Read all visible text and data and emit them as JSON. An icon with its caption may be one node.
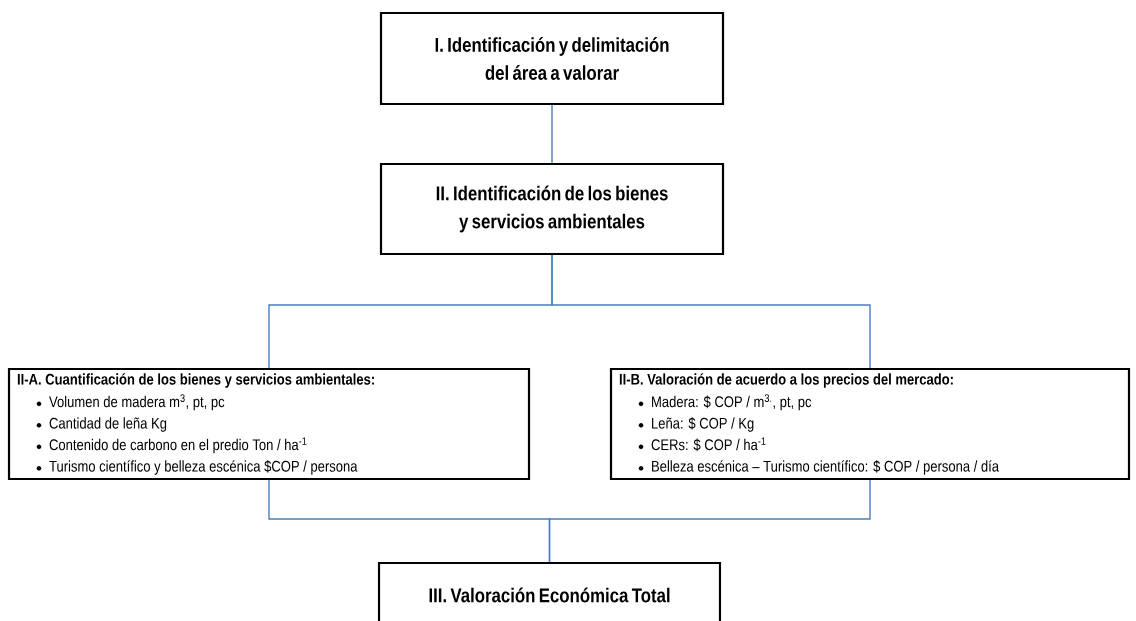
{
  "diagram": {
    "nodes": [
      {
        "text": [
          "I. Identificación y delimitación del área a valorar"
        ]
      },
      {
        "text": [
          "II.  Identificación de los bienes y servicios ambientales"
        ]
      },
      {
        "text": [
          "II-A.  Cuantificación de los bienes y servicios ambientales:",
          "Volumen de madera m$^{3}$, pt, pc",
          "Cantidad de leña Kg",
          "Contenido de carbono en el predio Ton / ha$^{-1}$",
          "Turismo científico y belleza escénica $COP / persona"
        ]
      },
      {
        "text": [
          "II-B.  Valoración de acuerdo a los precios del mercado:",
          "Madera:  $ COP / m$^{3.}$, pt, pc",
          "Leña: $ COP / Kg",
          "CERs:  $ COP / ha$^{-1}$",
          "Belleza escénica – Turismo científico: $ COP / persona / día"
        ]
      },
      {
        "text": [
          "III. Valoración Económica Total"
        ]
      }
    ],
    "edges": [
      {
        "from": 0,
        "to": 1,
        "arrow": "none"
      },
      {
        "from": 1,
        "to": 2,
        "arrow": "none"
      },
      {
        "from": 1,
        "to": 3,
        "arrow": "none"
      },
      {
        "from": 2,
        "to": 4,
        "arrow": "none"
      },
      {
        "from": 3,
        "to": 4,
        "arrow": "none"
      }
    ]
  }
}
